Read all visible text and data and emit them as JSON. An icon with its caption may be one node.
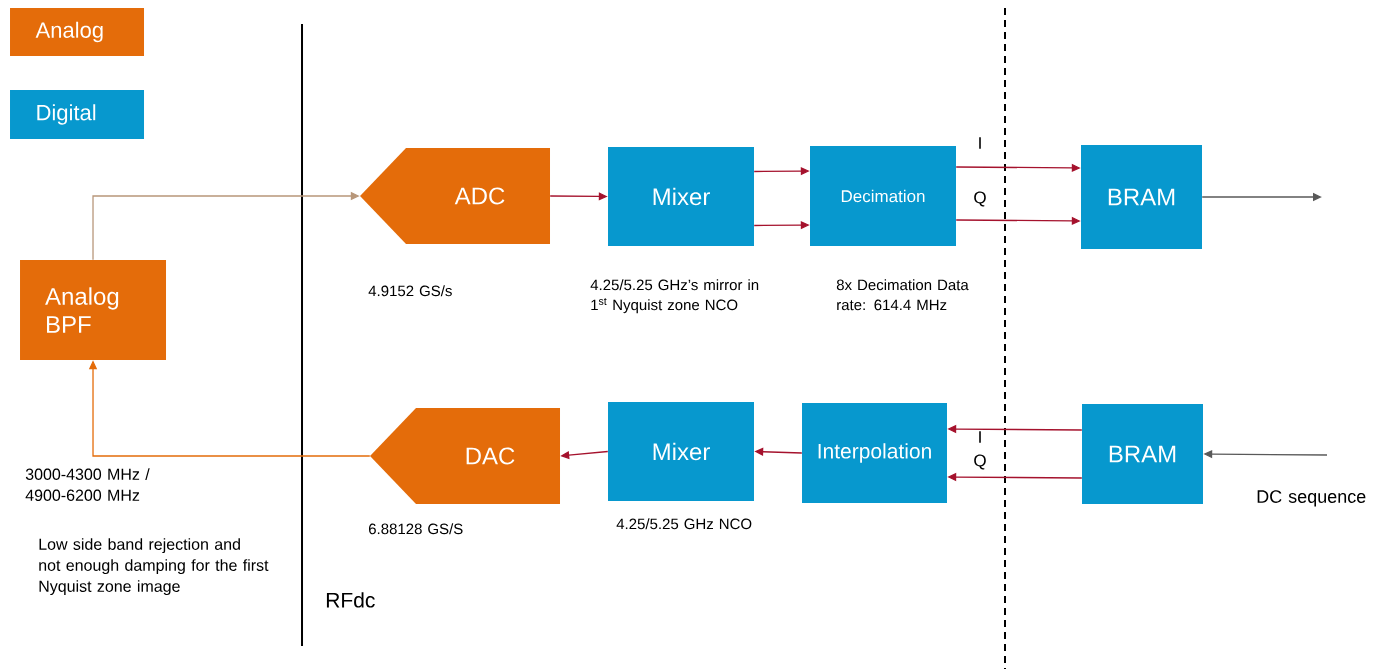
{
  "diagram": {
    "nodes": [
      {
        "text": [
          "ADC"
        ],
        "beside": [
          "4.9152 GS/s"
        ]
      },
      {
        "text": [
          "Mixer"
        ],
        "beside": [
          "4.25/5.25 GHz’s mirror in 1$^{st}$ Nyquist zone NCO"
        ]
      },
      {
        "text": [
          "Decimation"
        ],
        "beside": [
          "8x Decimation Data rate: 614.4 MHz"
        ]
      },
      {
        "text": [
          "BRAM"
        ]
      },
      {
        "text": [
          "Analog BPF"
        ]
      },
      {
        "text": [
          "DAC"
        ],
        "beside": [
          "6.88128 GS/S"
        ]
      },
      {
        "text": [
          "Mixer"
        ],
        "beside": [
          "4.25/5.25 GHz NCO"
        ]
      },
      {
        "text": [
          "Interpolation"
        ]
      },
      {
        "text": [
          "BRAM"
        ]
      }
    ],
    "edges": [
      {
        "from": 4,
        "to": 0,
        "arrow": "to",
        "color": "#b8977a"
      },
      {
        "from": 0,
        "to": 1,
        "arrow": "to"
      },
      {
        "from": 1,
        "to": 2,
        "arrow": "to"
      },
      {
        "from": 1,
        "to": 2,
        "arrow": "to"
      },
      {
        "from": 2,
        "to": 3,
        "arrow": "to",
        "label": "I"
      },
      {
        "from": 2,
        "to": 3,
        "arrow": "to",
        "label": "Q"
      },
      {
        "from": 3,
        "to": null,
        "arrow": "to",
        "color": "#595959"
      },
      {
        "from": null,
        "to": 8,
        "arrow": "to",
        "color": "#595959"
      },
      {
        "from": 8,
        "to": 7,
        "arrow": "to",
        "label": "I"
      },
      {
        "from": 8,
        "to": 7,
        "arrow": "to",
        "label": "Q"
      },
      {
        "from": 7,
        "to": 6,
        "arrow": "to"
      },
      {
        "from": 6,
        "to": 5,
        "arrow": "to"
      },
      {
        "from": 5,
        "to": 4,
        "arrow": "to",
        "color": "#e46c0a"
      }
    ],
    "labels": [
      "3000-4300 MHz / 4900-6200 MHz",
      "Low side band rejection and not enough damping for the first Nyquist zone image",
      "RFdc",
      "DC sequence"
    ],
    "legend": [
      {
        "text": "Analog",
        "color": "#e46c0a"
      },
      {
        "text": "Digital",
        "color": "#0798ce"
      }
    ]
  }
}
